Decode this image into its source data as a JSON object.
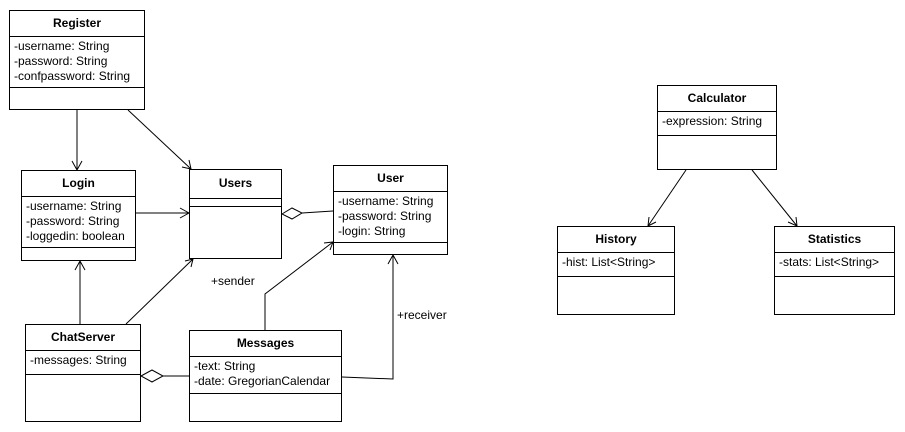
{
  "classes": {
    "register": {
      "name": "Register",
      "attributes": [
        "-username: String",
        "-password: String",
        "-confpassword: String"
      ]
    },
    "login": {
      "name": "Login",
      "attributes": [
        "-username: String",
        "-password: String",
        "-loggedin: boolean"
      ]
    },
    "users": {
      "name": "Users",
      "attributes": []
    },
    "user": {
      "name": "User",
      "attributes": [
        "-username: String",
        "-password: String",
        "-login: String"
      ]
    },
    "chatserver": {
      "name": "ChatServer",
      "attributes": [
        "-messages: String"
      ]
    },
    "messages": {
      "name": "Messages",
      "attributes": [
        "-text: String",
        "-date: GregorianCalendar"
      ]
    },
    "calculator": {
      "name": "Calculator",
      "attributes": [
        "-expression: String"
      ]
    },
    "history": {
      "name": "History",
      "attributes": [
        "-hist: List<String>"
      ]
    },
    "statistics": {
      "name": "Statistics",
      "attributes": [
        "-stats: List<String>"
      ]
    }
  },
  "roles": {
    "sender": "+sender",
    "receiver": "+receiver"
  }
}
